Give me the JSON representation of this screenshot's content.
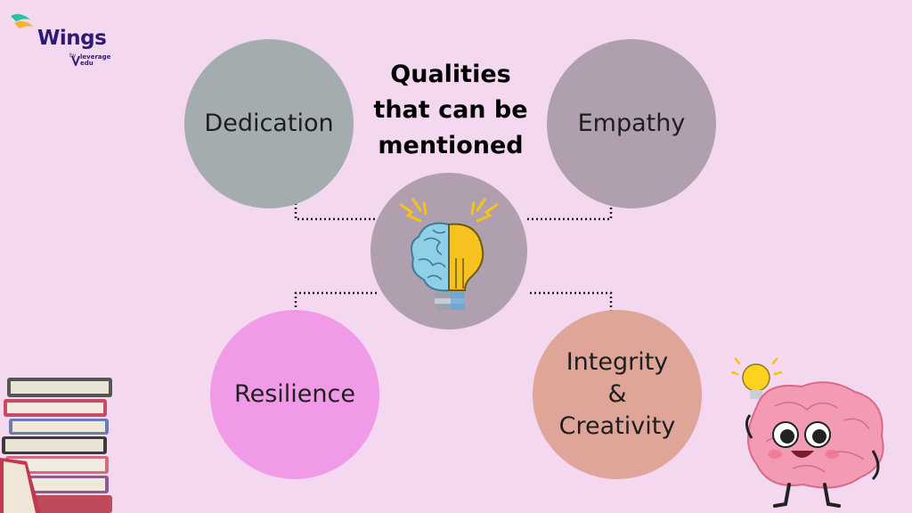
{
  "logo": {
    "name": "Wings",
    "by": "by",
    "brand": "leverage\nedu"
  },
  "title": "Qualities\nthat can be\nmentioned",
  "qualities": [
    {
      "label": "Dedication"
    },
    {
      "label": "Empathy"
    },
    {
      "label": "Resilience"
    },
    {
      "label": "Integrity\n&\nCreativity"
    }
  ],
  "colors": {
    "background": "#f4d8ef",
    "dedication": "#a5acb0",
    "empathy": "#b09fae",
    "resilience": "#f19ae8",
    "integrity": "#dfa598",
    "center": "#b09fae"
  },
  "icons": [
    "brain-bulb-icon",
    "book-stack-icon",
    "brain-character-icon",
    "lightbulb-icon"
  ]
}
